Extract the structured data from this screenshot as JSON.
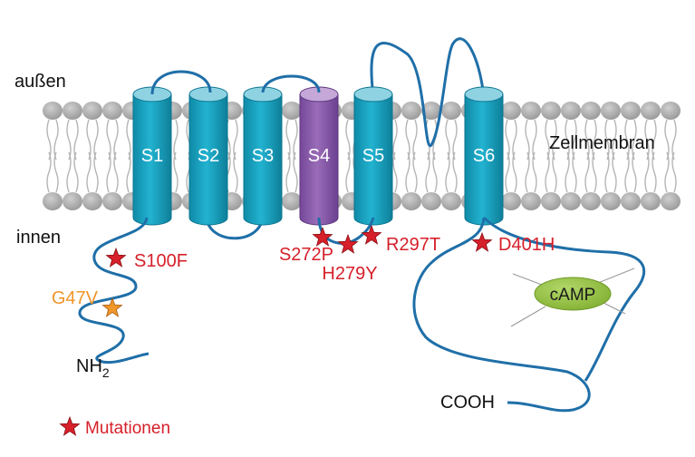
{
  "labels": {
    "outside": "außen",
    "inside": "innen",
    "membrane": "Zellmembran",
    "n_terminus": "NH",
    "n_terminus_sub": "2",
    "c_terminus": "COOH",
    "ligand": "cAMP",
    "legend": "Mutationen"
  },
  "segments": [
    {
      "label": "S1",
      "type": "standard"
    },
    {
      "label": "S2",
      "type": "standard"
    },
    {
      "label": "S3",
      "type": "standard"
    },
    {
      "label": "S4",
      "type": "voltage-sensor"
    },
    {
      "label": "S5",
      "type": "standard"
    },
    {
      "label": "S6",
      "type": "standard"
    }
  ],
  "mutations": [
    {
      "label": "S100F",
      "kind": "red"
    },
    {
      "label": "G47V",
      "kind": "orange"
    },
    {
      "label": "S272P",
      "kind": "red"
    },
    {
      "label": "H279Y",
      "kind": "red"
    },
    {
      "label": "R297T",
      "kind": "red"
    },
    {
      "label": "D401H",
      "kind": "red"
    }
  ],
  "colors": {
    "helix": "#1aa3c2",
    "helix_top": "#8fd3e3",
    "s4": "#8b5ba8",
    "s4_top": "#c5a8d8",
    "loop": "#1f6fa8",
    "lipid_head": "#a8a8a8",
    "mutation_red": "#d6202a",
    "mutation_orange": "#f0962a",
    "camp": "#8fc23e"
  }
}
